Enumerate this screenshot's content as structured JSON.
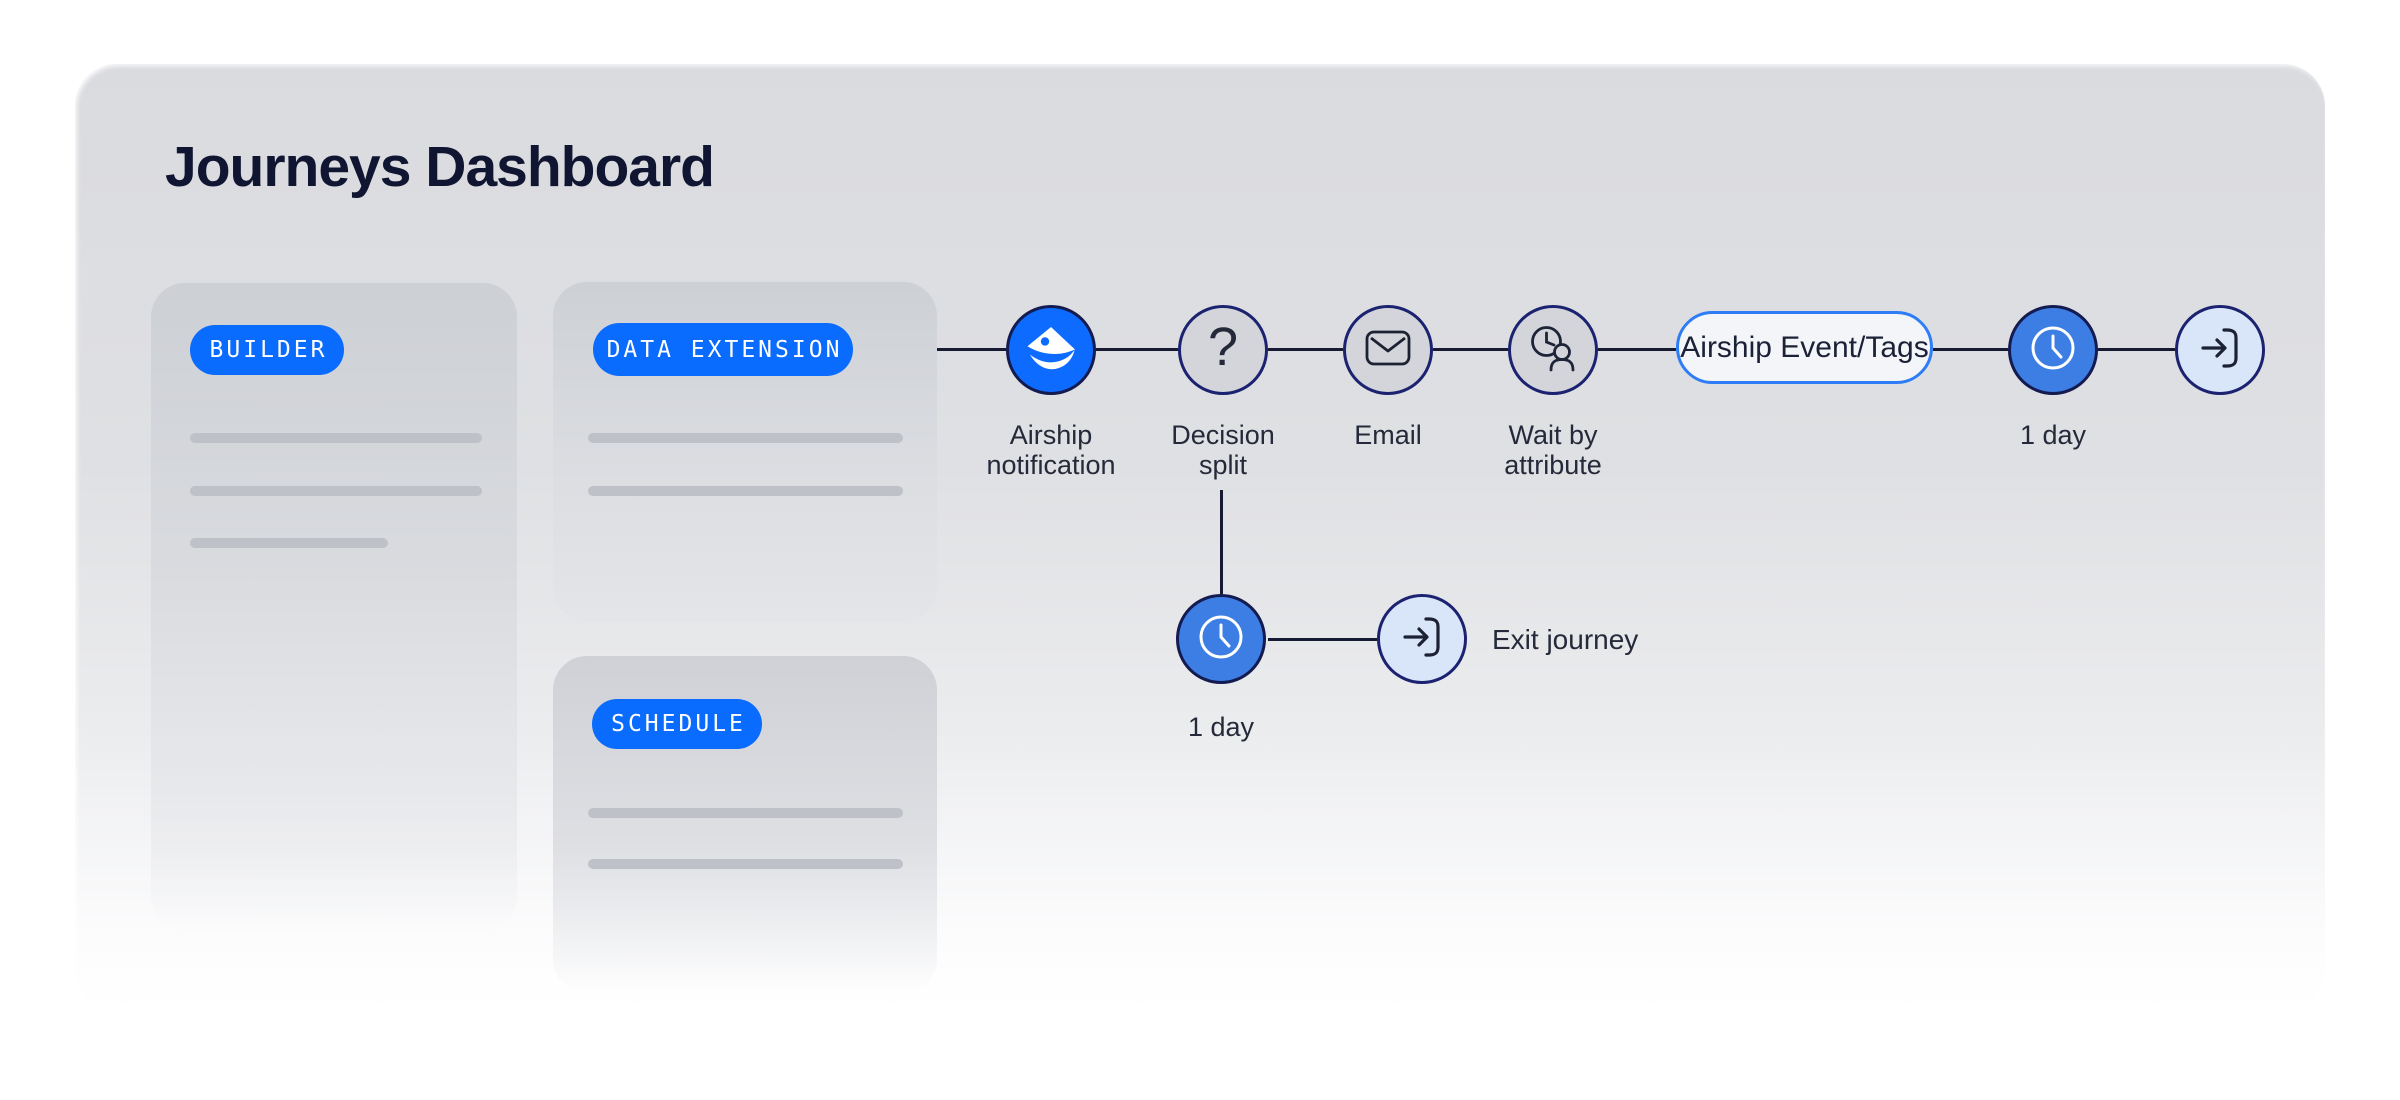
{
  "header": {
    "title": "Journeys Dashboard"
  },
  "panels": {
    "builder": {
      "badge": "BUILDER"
    },
    "data_extension": {
      "badge": "DATA EXTENSION"
    },
    "schedule": {
      "badge": "SCHEDULE"
    }
  },
  "flow": {
    "nodes": [
      {
        "id": "airship-notification",
        "label": "Airship\nnotification"
      },
      {
        "id": "decision-split",
        "label": "Decision\nsplit",
        "glyph": "?"
      },
      {
        "id": "email",
        "label": "Email"
      },
      {
        "id": "wait-by-attribute",
        "label": "Wait by\nattribute"
      },
      {
        "id": "airship-event-tags",
        "label": "Airship Event/Tags"
      },
      {
        "id": "wait-1-day",
        "label": "1 day"
      },
      {
        "id": "exit-top",
        "label": ""
      }
    ],
    "branch": {
      "wait_label": "1 day",
      "exit_label": "Exit journey"
    }
  },
  "colors": {
    "accent_blue": "#0a6bff",
    "airship_node_blue": "#0d6cff",
    "wait_node_blue": "#3c7ee4",
    "exit_node_bg": "#d9e6fa",
    "node_gray": "#d3d5da",
    "node_border_navy": "#1b2270",
    "event_pill_border": "#2e7cf6",
    "connector": "#171a33",
    "skeleton_gray": "#bec1c7",
    "title_navy": "#101531"
  }
}
